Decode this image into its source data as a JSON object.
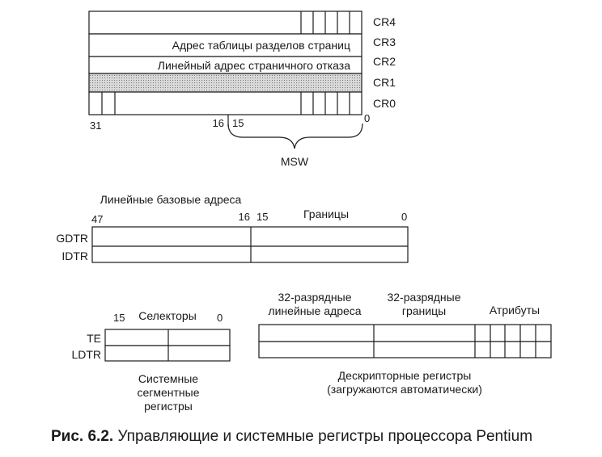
{
  "control_registers": {
    "rows": [
      {
        "name": "CR4",
        "text": ""
      },
      {
        "name": "CR3",
        "text": "Адрес таблицы разделов страниц"
      },
      {
        "name": "CR2",
        "text": "Линейный адрес страничного отказа"
      },
      {
        "name": "CR1",
        "text": ""
      },
      {
        "name": "CR0",
        "text": ""
      }
    ],
    "bits": {
      "b31": "31",
      "b16": "16",
      "b15": "15",
      "b0": "0"
    },
    "msw_label": "MSW"
  },
  "table_registers": {
    "top_label": "Линейные базовые адреса",
    "bits": {
      "b47": "47",
      "b16": "16",
      "b15": "15",
      "b0": "0"
    },
    "limits_label": "Границы",
    "rows": [
      "GDTR",
      "IDTR"
    ]
  },
  "segment_registers": {
    "selectors_label": "Селекторы",
    "bits": {
      "b15": "15",
      "b0": "0"
    },
    "rows": [
      "TE",
      "LDTR"
    ],
    "caption_lines": [
      "Системные",
      "сегментные",
      "регистры"
    ]
  },
  "descriptor_registers": {
    "col1_lines": [
      "32-разрядные",
      "линейные адреса"
    ],
    "col2_lines": [
      "32-разрядные",
      "границы"
    ],
    "col3_label": "Атрибуты",
    "caption_lines": [
      "Дескрипторные регистры",
      "(загружаются автоматически)"
    ]
  },
  "figure_caption": {
    "number": "Рис. 6.2.",
    "text": "Управляющие и системные регистры процессора Pentium"
  }
}
